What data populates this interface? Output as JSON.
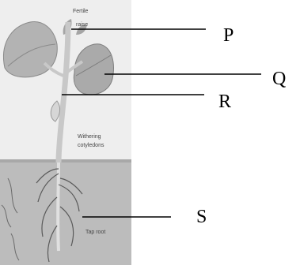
{
  "diagram": {
    "photo_labels": {
      "plumule": [
        "Fertile",
        "raise"
      ],
      "cotyledons": [
        "Withering",
        "cotyledons"
      ],
      "root": "Tap root"
    },
    "pointer_labels": [
      "P",
      "Q",
      "R",
      "S"
    ]
  }
}
